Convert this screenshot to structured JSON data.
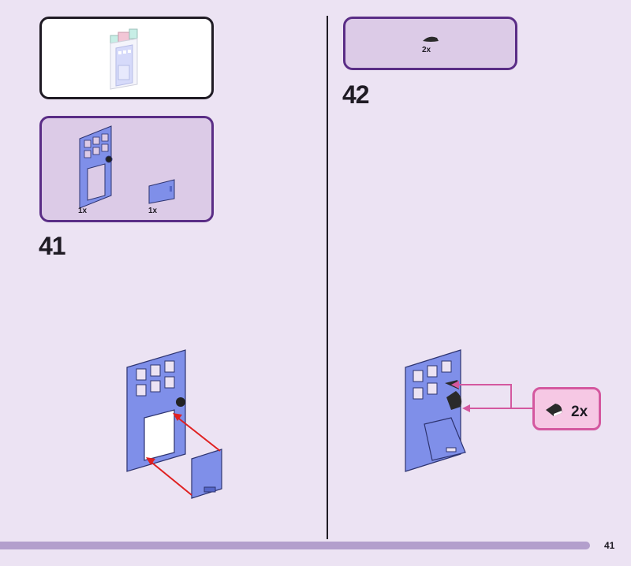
{
  "page": {
    "number": "41",
    "progress_fraction": 0.935
  },
  "colors": {
    "background": "#ece3f3",
    "parts_panel": "#dccbe7",
    "panel_border": "#5a2d86",
    "brick_blue": "#7f8fe9",
    "arrow_red": "#e02020",
    "callout_pink": "#f6c8e4",
    "callout_border": "#d4589f",
    "progress_bar": "#b39fcc"
  },
  "left": {
    "overview_panel": {
      "icon": "door-assembly-overview-icon"
    },
    "parts_panel": {
      "items": [
        {
          "icon": "door-frame-icon",
          "qty": "1x"
        },
        {
          "icon": "door-flap-icon",
          "qty": "1x"
        }
      ]
    },
    "step": {
      "number": "41",
      "icon": "attach-flap-arrows-icon"
    }
  },
  "right": {
    "parts_panel": {
      "items": [
        {
          "icon": "quarter-round-tile-icon",
          "qty": "2x"
        }
      ]
    },
    "step": {
      "number": "42"
    },
    "callout": {
      "icon": "quarter-round-tile-icon",
      "qty": "2x"
    }
  }
}
